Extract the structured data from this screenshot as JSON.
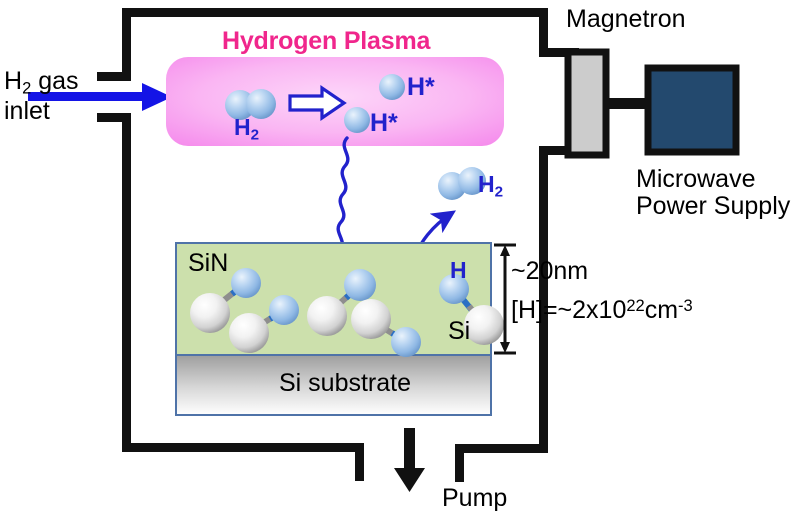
{
  "figure": {
    "kind": "apparatus-schematic",
    "subject": "Hydrogen plasma treatment of SiN film on Si substrate"
  },
  "plasma": {
    "title": "Hydrogen Plasma",
    "title_color": "#F0268C",
    "fill_center": "#FBC8F6",
    "fill_edge": "#F79BEE",
    "molecule_label": "H",
    "molecule_sub": "2",
    "radical_upper_label": "H*",
    "radical_lower_label": "H*",
    "label_color": "#2222CC"
  },
  "inlet": {
    "line1": "H",
    "line1_sub": "2",
    "line1_tail": " gas",
    "line2": "inlet",
    "arrow_color": "#1414E6"
  },
  "magnetron": {
    "label": "Magnetron",
    "body_color": "#CCCCCC",
    "border_color": "#111111"
  },
  "power_supply": {
    "line1": "Microwave",
    "line2": "Power Supply",
    "body_color": "#23496E",
    "border_color": "#111111"
  },
  "film": {
    "sin_label": "SiN",
    "sin_color": "#CCE0AC",
    "si_atom_label": "Si",
    "h_atom_label": "H",
    "substrate_label": "Si substrate",
    "substrate_top_color": "#A5A5A5",
    "substrate_bottom_color": "#FFFFFF",
    "border_color": "#4F73A8"
  },
  "desorption": {
    "label": "H",
    "label_sub": "2"
  },
  "annotation": {
    "thickness": "~20nm",
    "concentration_pre": "[H]=~2x10",
    "concentration_exp": "22",
    "concentration_unit": "cm",
    "concentration_unit_exp": "-3"
  },
  "pump": {
    "label": "Pump"
  },
  "chamber": {
    "wall_color": "#111111",
    "wall_thickness": 9
  }
}
